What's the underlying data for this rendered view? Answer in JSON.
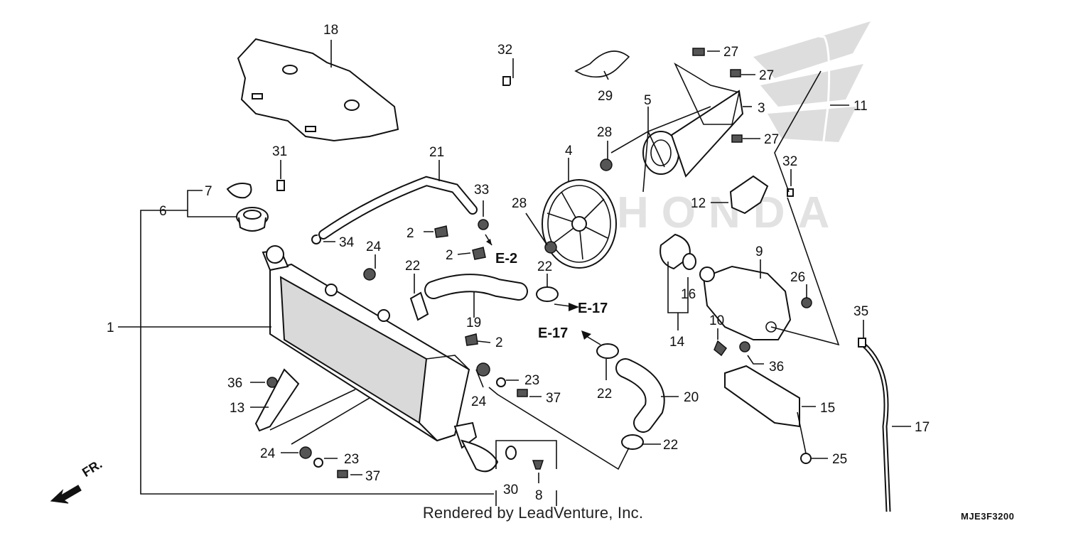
{
  "diagram": {
    "callouts": {
      "c1": "1",
      "c2a": "2",
      "c2b": "2",
      "c2c": "2",
      "c3": "3",
      "c4": "4",
      "c5": "5",
      "c6": "6",
      "c7": "7",
      "c8": "8",
      "c9": "9",
      "c10": "10",
      "c11": "11",
      "c12": "12",
      "c13": "13",
      "c14": "14",
      "c15": "15",
      "c16": "16",
      "c17": "17",
      "c18": "18",
      "c19": "19",
      "c20": "20",
      "c21": "21",
      "c22a": "22",
      "c22b": "22",
      "c22c": "22",
      "c22d": "22",
      "c23a": "23",
      "c23b": "23",
      "c24a": "24",
      "c24b": "24",
      "c24c": "24",
      "c25": "25",
      "c26": "26",
      "c27a": "27",
      "c27b": "27",
      "c27c": "27",
      "c28a": "28",
      "c28b": "28",
      "c29": "29",
      "c30": "30",
      "c31": "31",
      "c32a": "32",
      "c32b": "32",
      "c33": "33",
      "c34": "34",
      "c35": "35",
      "c36a": "36",
      "c36b": "36",
      "c37a": "37",
      "c37b": "37"
    },
    "refs": {
      "e2": "E-2",
      "e17a": "E-17",
      "e17b": "E-17"
    },
    "front_label": "FR.",
    "watermark_text": "HONDA",
    "credit": "Rendered by LeadVenture, Inc.",
    "diagram_code": "MJE3F3200"
  }
}
